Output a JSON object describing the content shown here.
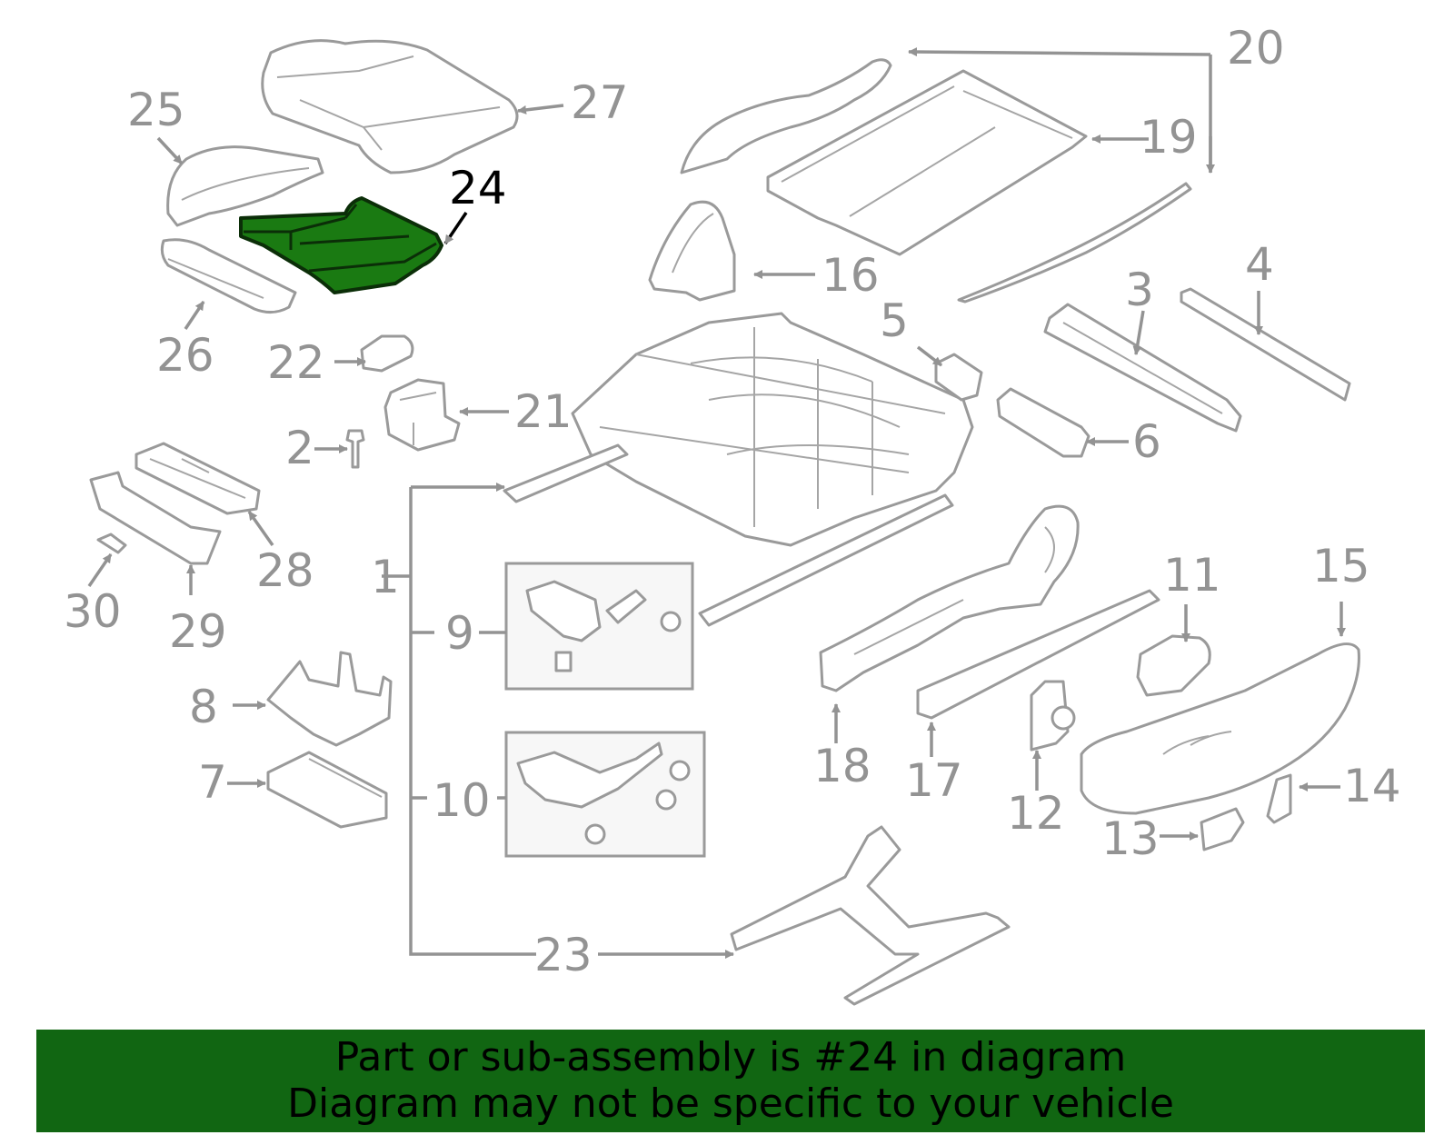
{
  "diagram": {
    "selected_callout": "24",
    "callouts": [
      {
        "id": "1",
        "text": "1"
      },
      {
        "id": "2",
        "text": "2"
      },
      {
        "id": "3",
        "text": "3"
      },
      {
        "id": "4",
        "text": "4"
      },
      {
        "id": "5",
        "text": "5"
      },
      {
        "id": "6",
        "text": "6"
      },
      {
        "id": "7",
        "text": "7"
      },
      {
        "id": "8",
        "text": "8"
      },
      {
        "id": "9",
        "text": "9"
      },
      {
        "id": "10",
        "text": "10"
      },
      {
        "id": "11",
        "text": "11"
      },
      {
        "id": "12",
        "text": "12"
      },
      {
        "id": "13",
        "text": "13"
      },
      {
        "id": "14",
        "text": "14"
      },
      {
        "id": "15",
        "text": "15"
      },
      {
        "id": "16",
        "text": "16"
      },
      {
        "id": "17",
        "text": "17"
      },
      {
        "id": "18",
        "text": "18"
      },
      {
        "id": "19",
        "text": "19"
      },
      {
        "id": "20",
        "text": "20"
      },
      {
        "id": "21",
        "text": "21"
      },
      {
        "id": "22",
        "text": "22"
      },
      {
        "id": "23",
        "text": "23"
      },
      {
        "id": "24",
        "text": "24"
      },
      {
        "id": "25",
        "text": "25"
      },
      {
        "id": "26",
        "text": "26"
      },
      {
        "id": "27",
        "text": "27"
      },
      {
        "id": "28",
        "text": "28"
      },
      {
        "id": "29",
        "text": "29"
      },
      {
        "id": "30",
        "text": "30"
      }
    ],
    "colors": {
      "highlight_fill": "#1a7a12",
      "highlight_stroke": "#0b2e08",
      "line": "#9a9a9a",
      "label": "#939393",
      "selected_label": "#000000",
      "banner_bg": "#116612"
    }
  },
  "banner": {
    "line1": "Part or sub-assembly is #24 in diagram",
    "line2": "Diagram may not be specific to your vehicle"
  }
}
